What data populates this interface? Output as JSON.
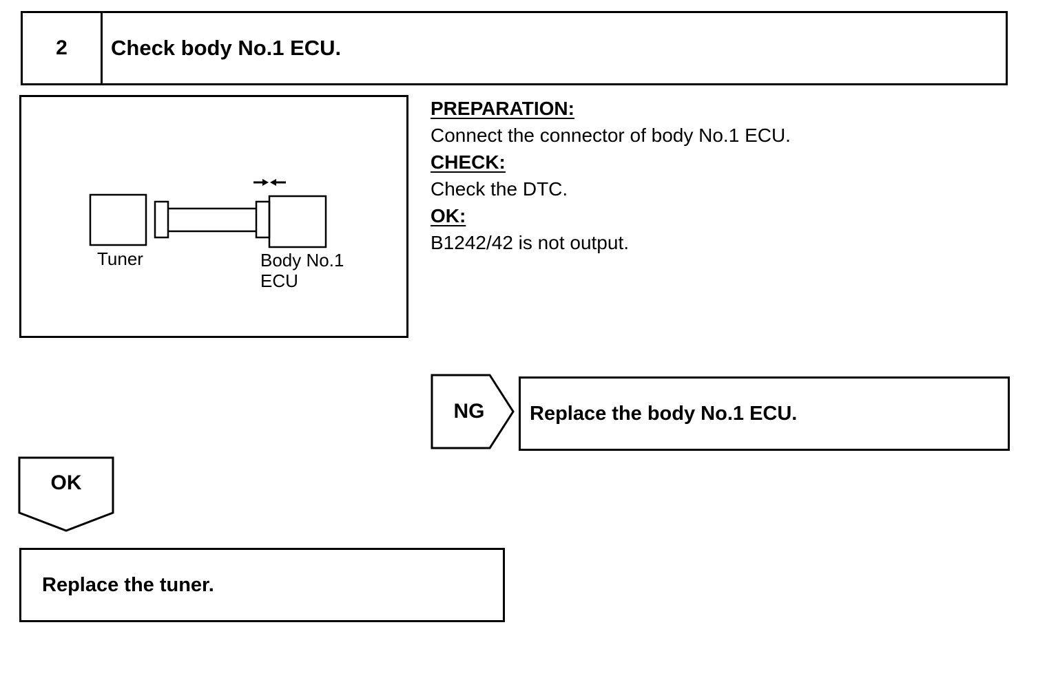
{
  "step": {
    "number": "2",
    "title": "Check body No.1 ECU."
  },
  "figure": {
    "tuner_label": "Tuner",
    "ecu_label_line1": "Body No.1",
    "ecu_label_line2": "ECU"
  },
  "instructions": {
    "preparation_heading": "PREPARATION:",
    "preparation_text": "Connect the connector of body No.1 ECU.",
    "check_heading": "CHECK:",
    "check_text": "Check the DTC.",
    "ok_heading": "OK:",
    "ok_text": "B1242/42 is not output."
  },
  "ng_branch": {
    "tag": "NG",
    "action": "Replace the body No.1 ECU."
  },
  "ok_branch": {
    "tag": "OK",
    "action": "Replace the tuner."
  }
}
